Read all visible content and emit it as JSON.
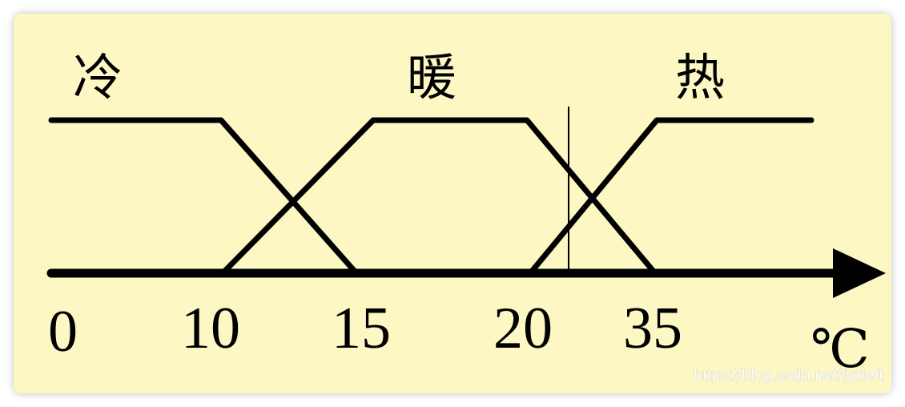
{
  "colors": {
    "background": "#fcf7c3",
    "ink": "#000000"
  },
  "labels": {
    "cold": "冷",
    "warm": "暖",
    "hot": "热"
  },
  "axis": {
    "ticks": [
      "0",
      "10",
      "15",
      "20",
      "35"
    ],
    "unit": "℃"
  },
  "watermark": "https://blog.csdn.net/fyxleft"
}
